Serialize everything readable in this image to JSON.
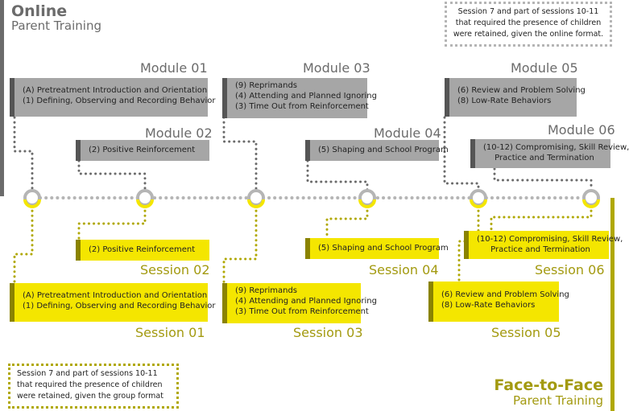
{
  "online": {
    "title": "Online",
    "subtitle": "Parent Training",
    "note": [
      "Session 7 and part of sessions 10-11",
      "that required the presence of children",
      "were retained, given the online format."
    ]
  },
  "face": {
    "title": "Face-to-Face",
    "subtitle": "Parent Training",
    "note": [
      "Session 7 and part of sessions 10-11",
      "that required the presence of children",
      "were retained, given the group format"
    ]
  },
  "modules": [
    {
      "label": "Module 01",
      "lines": [
        "(A) Pretreatment Introduction and Orientation",
        "(1) Defining, Observing and Recording Behavior"
      ]
    },
    {
      "label": "Module 02",
      "lines": [
        "(2) Positive Reinforcement"
      ]
    },
    {
      "label": "Module 03",
      "lines": [
        "(9) Reprimands",
        "(4) Attending and Planned Ignoring",
        "(3) Time Out from Reinforcement"
      ]
    },
    {
      "label": "Module 04",
      "lines": [
        "(5) Shaping and School Program"
      ]
    },
    {
      "label": "Module 05",
      "lines": [
        "(6) Review and Problem Solving",
        "(8) Low-Rate Behaviors"
      ]
    },
    {
      "label": "Module 06",
      "lines": [
        "(10-12) Compromising, Skill Review,",
        "Practice and Termination"
      ]
    }
  ],
  "sessions": [
    {
      "label": "Session 01",
      "lines": [
        "(A) Pretreatment Introduction and Orientation",
        "(1) Defining, Observing and Recording Behavior"
      ]
    },
    {
      "label": "Session 02",
      "lines": [
        "(2) Positive Reinforcement"
      ]
    },
    {
      "label": "Session 03",
      "lines": [
        "(9) Reprimands",
        "(4) Attending and Planned Ignoring",
        "(3) Time Out from Reinforcement"
      ]
    },
    {
      "label": "Session 04",
      "lines": [
        "(5) Shaping and School Program"
      ]
    },
    {
      "label": "Session 05",
      "lines": [
        "(6) Review and Problem Solving",
        "(8) Low-Rate Behaviors"
      ]
    },
    {
      "label": "Session 06",
      "lines": [
        "(10-12) Compromising, Skill Review,",
        "Practice and Termination"
      ]
    }
  ],
  "colors": {
    "online_gray": "#6b6b6b",
    "box_gray": "#a6a6a6",
    "face_yellow": "#f4e600",
    "face_text": "#a39a10",
    "connector": "#b5b5b5"
  }
}
